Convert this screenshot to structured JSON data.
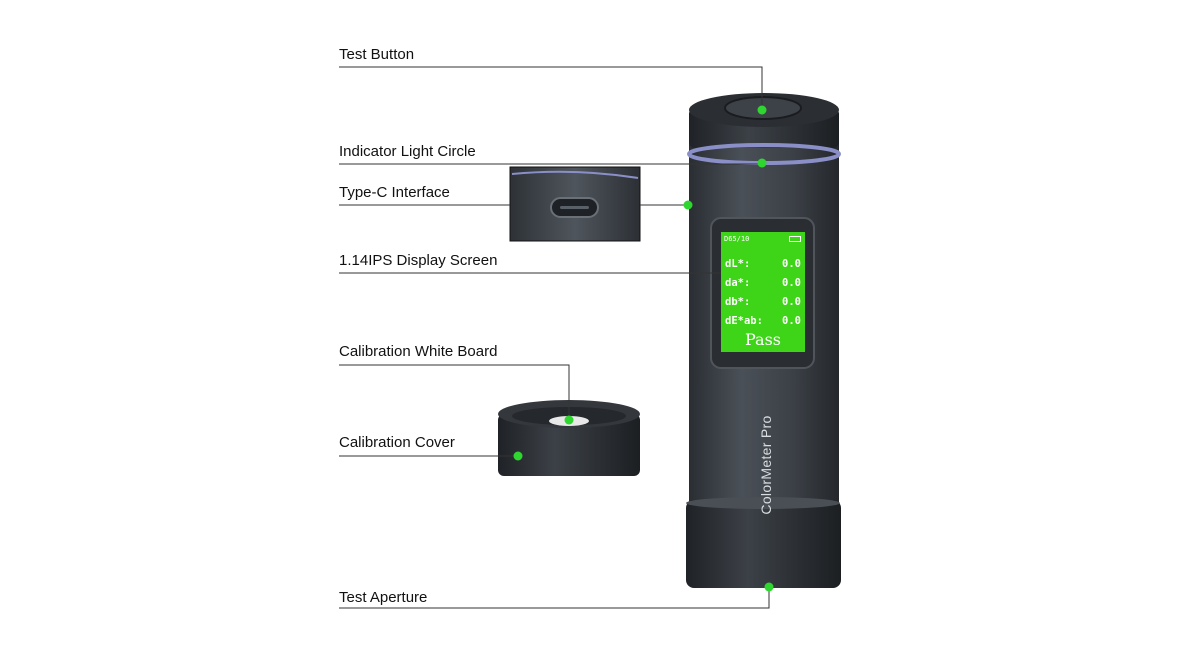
{
  "callouts": {
    "test_button": "Test Button",
    "indicator_light_circle": "Indicator Light Circle",
    "type_c_interface": "Type-C Interface",
    "display_screen": "1.14IPS Display Screen",
    "calibration_white_board": "Calibration White Board",
    "calibration_cover": "Calibration Cover",
    "test_aperture": "Test Aperture"
  },
  "device": {
    "brand": "ColorMeter Pro"
  },
  "screen": {
    "mode": "D65/10",
    "rows": [
      {
        "label": "dL*:",
        "value": "0.0"
      },
      {
        "label": "da*:",
        "value": "0.0"
      },
      {
        "label": "db*:",
        "value": "0.0"
      },
      {
        "label": "dE*ab:",
        "value": "0.0"
      }
    ],
    "result": "Pass"
  },
  "colors": {
    "marker": "#2fd62f",
    "screen_green": "#3ed418",
    "device_body": "#3a3f45",
    "indicator_ring": "#8a8fc8"
  }
}
